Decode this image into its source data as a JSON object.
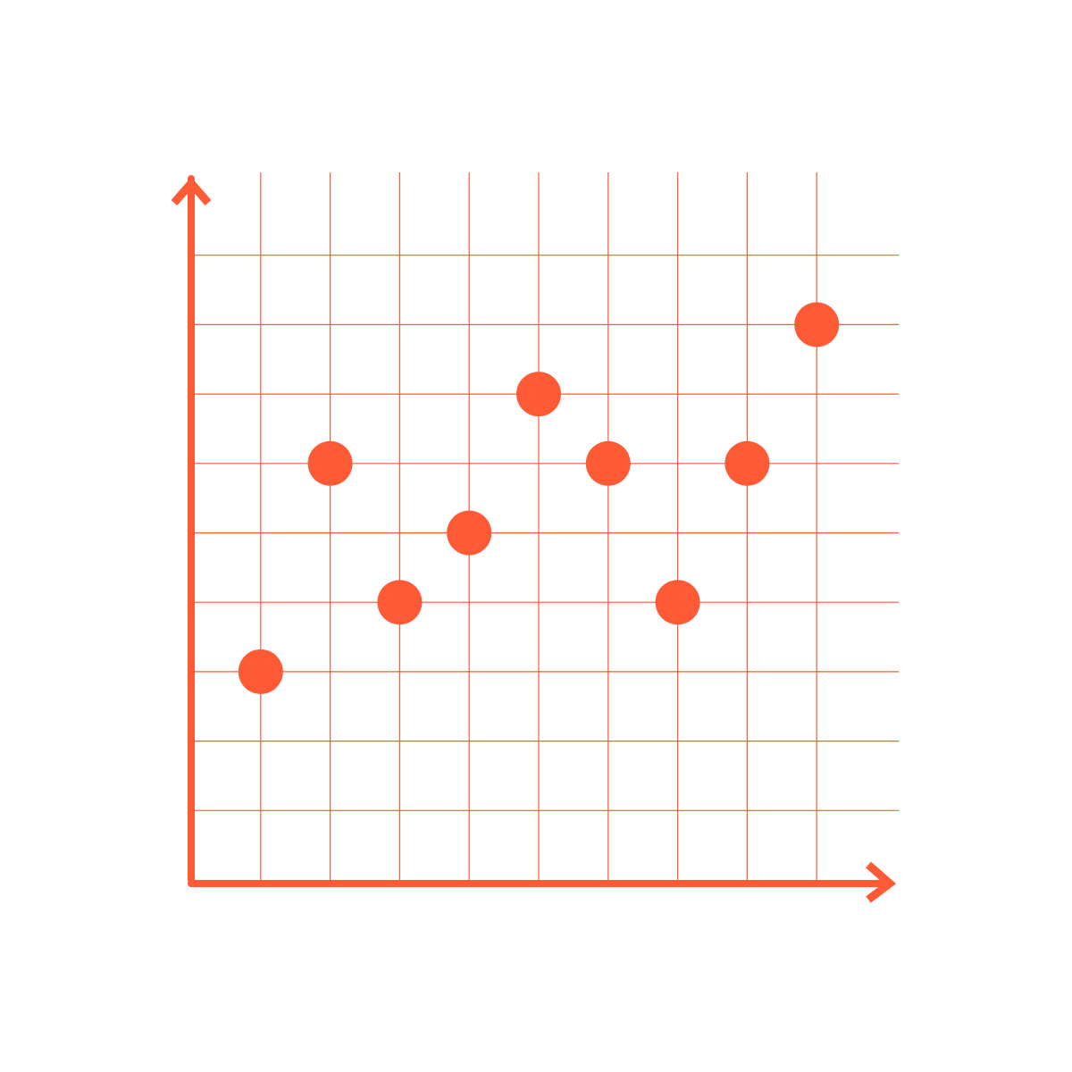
{
  "chart_data": {
    "type": "scatter",
    "title": "",
    "xlabel": "",
    "ylabel": "",
    "x": [
      1,
      2,
      3,
      4,
      5,
      6,
      7,
      8,
      9
    ],
    "series": [
      {
        "values": [
          3,
          6,
          4,
          5,
          7,
          6,
          4,
          6,
          8
        ]
      }
    ],
    "xlim": [
      0,
      10
    ],
    "ylim": [
      0,
      9
    ],
    "grid": true,
    "legend": "none",
    "colors": {
      "marker": "#FF5A36",
      "axis": "#FF5A36",
      "grid": "#FF5A36",
      "background": "#FFFFFF"
    }
  }
}
